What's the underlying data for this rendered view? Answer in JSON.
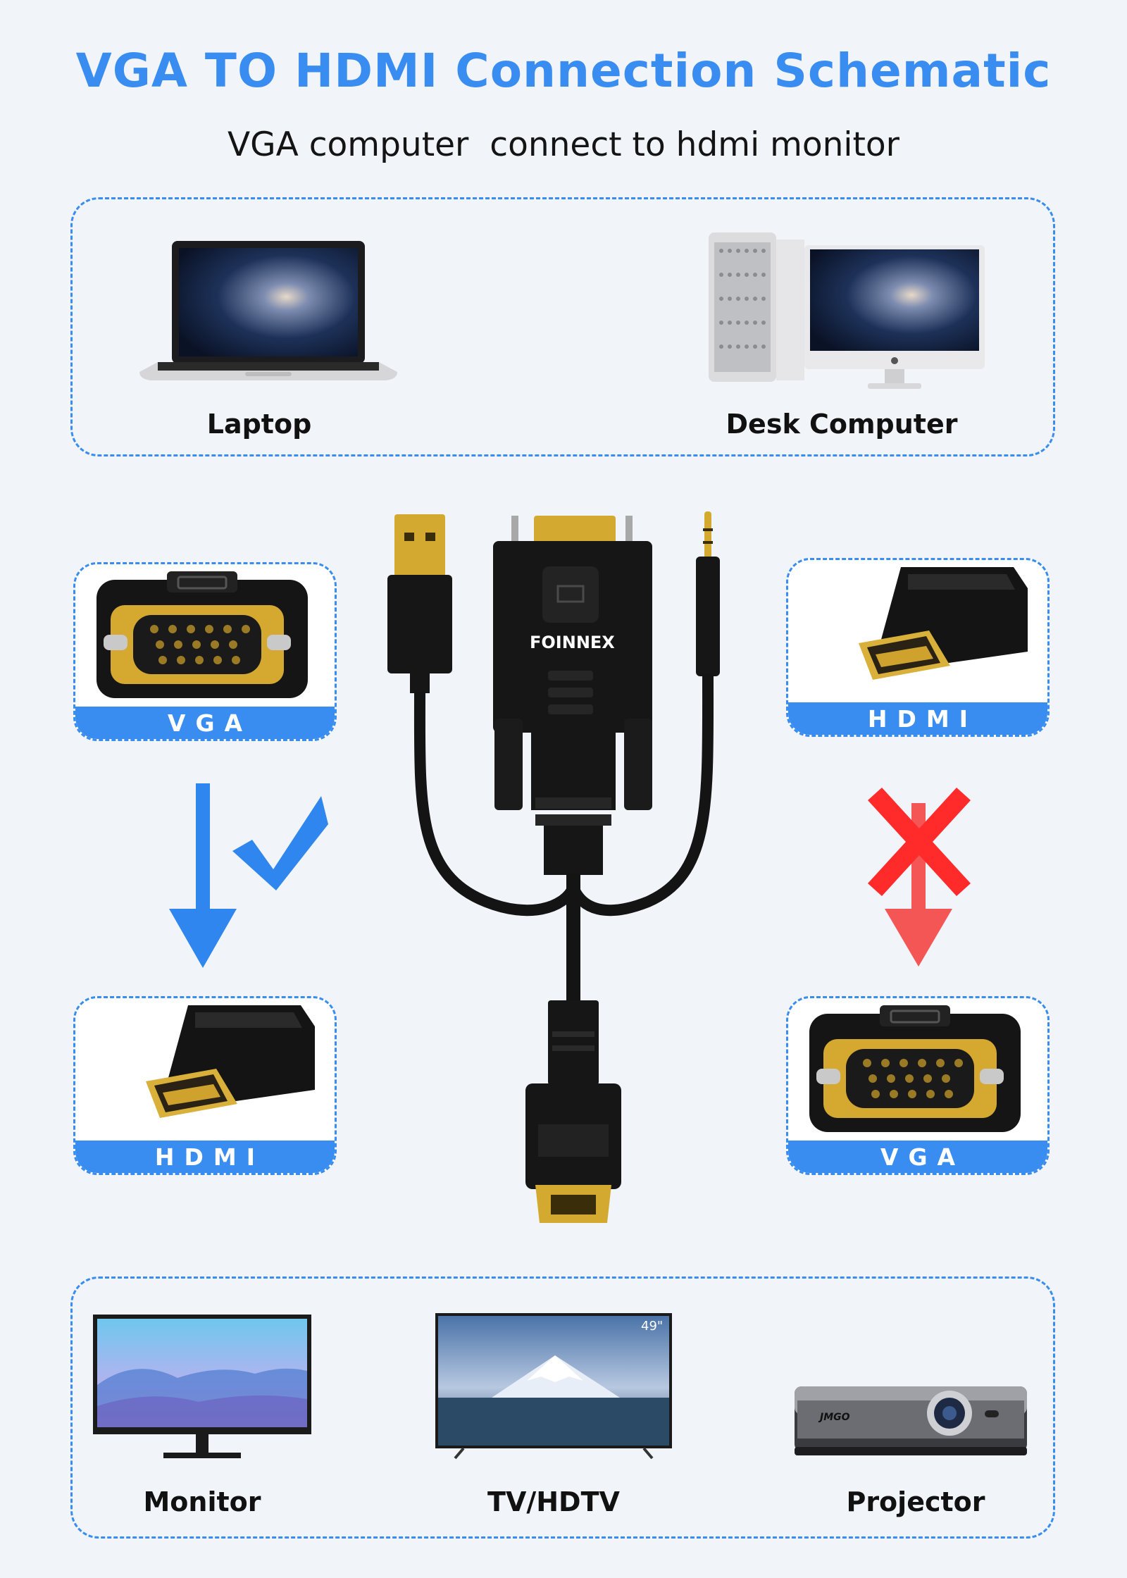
{
  "header": {
    "title": "VGA TO HDMI Connection Schematic",
    "subtitle": "VGA computer  connect to hdmi monitor"
  },
  "sources": [
    {
      "label": "Laptop",
      "icon": "laptop-icon"
    },
    {
      "label": "Desk Computer",
      "icon": "desktop-computer-icon"
    }
  ],
  "cable": {
    "brand": "FOINNEX"
  },
  "connectors": {
    "top_left": "VGA",
    "top_right": "HDMI",
    "bottom_left": "HDMI",
    "bottom_right": "VGA"
  },
  "directions": {
    "left": {
      "status": "supported",
      "mark": "check-icon"
    },
    "right": {
      "status": "not supported",
      "mark": "cross-icon"
    }
  },
  "targets": [
    {
      "label": "Monitor",
      "icon": "monitor-icon"
    },
    {
      "label": "TV/HDTV",
      "icon": "tv-icon",
      "screen_size": "49\""
    },
    {
      "label": "Projector",
      "icon": "projector-icon",
      "brand": "JMGO"
    }
  ],
  "colors": {
    "accent": "#3a8df0",
    "check": "#2f86ee",
    "cross": "#ff2a2a",
    "cross_arrow": "#f45555"
  }
}
